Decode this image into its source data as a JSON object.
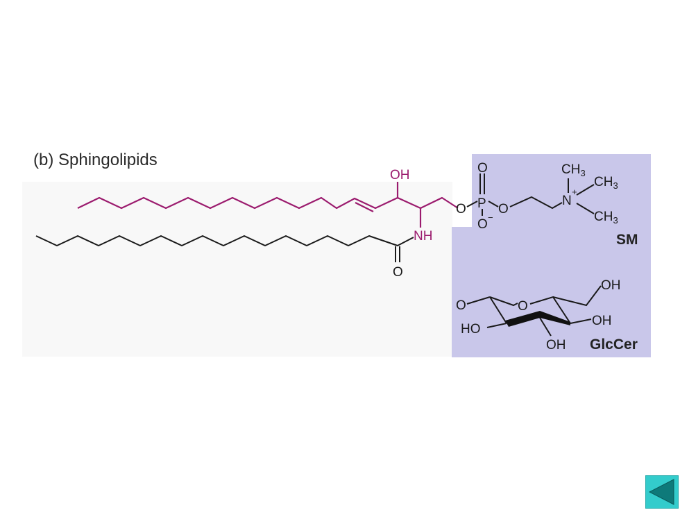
{
  "figure": {
    "title": "(b) Sphingolipids",
    "labels": {
      "oh_sphingosine": "OH",
      "nh": "NH",
      "o_amide": "O",
      "o_ester": "O",
      "p": "P",
      "o_p_top": "O",
      "o_p_bottom": "O",
      "o_minus": "−",
      "o_p_right": "O",
      "n_plus": "N",
      "plus": "+",
      "ch3_top": "CH",
      "ch3_top_sub": "3",
      "ch3_right": "CH",
      "ch3_right_sub": "3",
      "ch3_bottom": "CH",
      "ch3_bottom_sub": "3",
      "o_glc_link": "O",
      "o_ring": "O",
      "oh_6": "OH",
      "oh_4": "HO",
      "oh_3": "OH",
      "oh_2": "OH"
    },
    "boxes": {
      "sm_label": "SM",
      "glccer_label": "GlcCer"
    },
    "colors": {
      "sphingosine": "#9b1b6e",
      "chain": "#1a1a1a",
      "headgroup_box": "#c8c6ea",
      "background_band": "#f7f7f7"
    }
  },
  "nav": {
    "back_icon": "triangle-left-icon",
    "back_color": "#33cccc"
  }
}
